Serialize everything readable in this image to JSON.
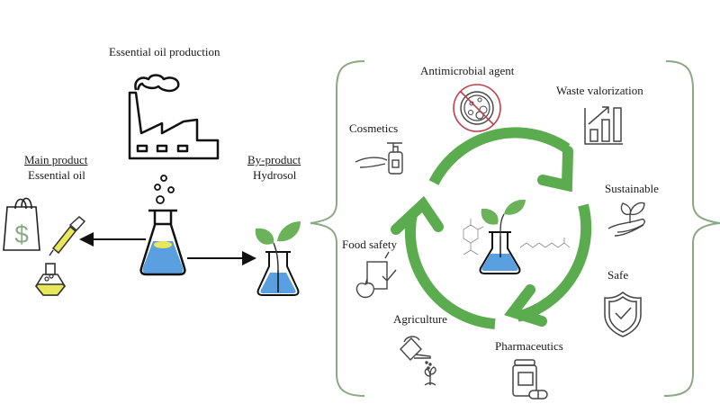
{
  "title": "Essential oil production",
  "left": {
    "main_product_heading": "Main product",
    "main_product_name": "Essential oil",
    "by_product_heading": "By-product",
    "by_product_name": "Hydrosol"
  },
  "applications": [
    {
      "label": "Antimicrobial agent",
      "icon": "no-microbe-icon"
    },
    {
      "label": "Waste valorization",
      "icon": "growth-chart-icon"
    },
    {
      "label": "Cosmetics",
      "icon": "hand-soap-icon"
    },
    {
      "label": "Sustainable",
      "icon": "hand-sprout-icon"
    },
    {
      "label": "Food safety",
      "icon": "food-check-icon"
    },
    {
      "label": "Safe",
      "icon": "shield-check-icon"
    },
    {
      "label": "Agriculture",
      "icon": "watering-can-icon"
    },
    {
      "label": "Pharmaceutics",
      "icon": "pill-bottle-icon"
    }
  ],
  "colors": {
    "cycle_green": "#5aac4e",
    "bracket_green": "#8aa883",
    "liquid_blue": "#5a9fe0",
    "oil_yellow": "#e8e85a",
    "leaf_green": "#6bb25a",
    "prohibit_red": "#c0404a",
    "icon_dark": "#333333"
  }
}
